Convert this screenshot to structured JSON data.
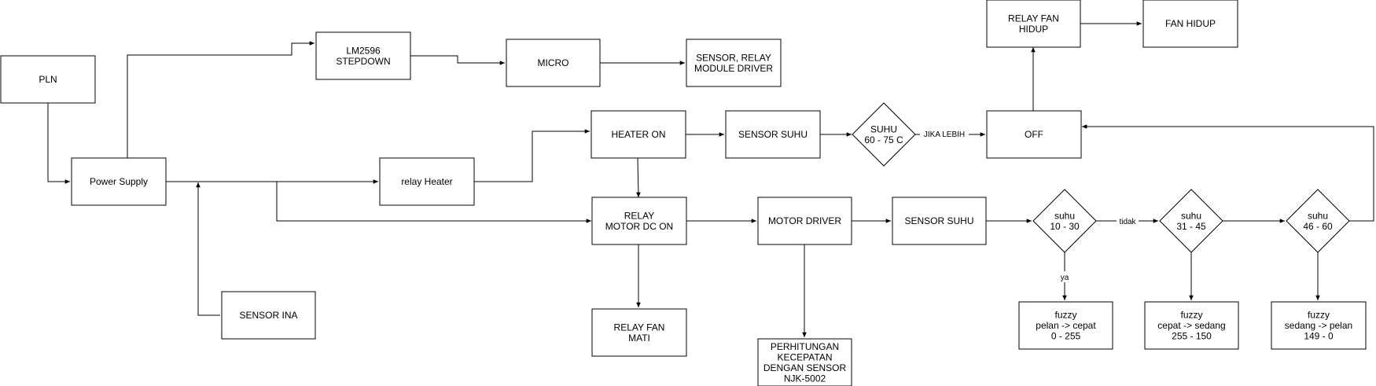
{
  "nodes": {
    "pln": [
      "PLN"
    ],
    "power_supply": [
      "Power Supply"
    ],
    "lm2596": [
      "LM2596",
      "STEPDOWN"
    ],
    "micro": [
      "MICRO"
    ],
    "sensor_relay": [
      "SENSOR, RELAY",
      "MODULE DRIVER"
    ],
    "relay_heater": [
      "relay Heater"
    ],
    "sensor_ina": [
      "SENSOR INA"
    ],
    "heater_on": [
      "HEATER ON"
    ],
    "sensor_suhu_1": [
      "SENSOR SUHU"
    ],
    "suhu_60_75": [
      "SUHU",
      "60 - 75 C"
    ],
    "off": [
      "OFF"
    ],
    "relay_fan_hidup": [
      "RELAY FAN",
      "HIDUP"
    ],
    "fan_hidup": [
      "FAN HIDUP"
    ],
    "relay_motor": [
      "RELAY",
      "MOTOR DC ON"
    ],
    "relay_fan_mati": [
      "RELAY FAN",
      "MATI"
    ],
    "motor_driver": [
      "MOTOR DRIVER"
    ],
    "perhitungan": [
      "PERHITUNGAN",
      "KECEPATAN",
      "DENGAN SENSOR",
      "NJK-5002"
    ],
    "sensor_suhu_2": [
      "SENSOR SUHU"
    ],
    "suhu_10_30": [
      "suhu",
      "10 - 30"
    ],
    "suhu_31_45": [
      "suhu",
      "31 - 45"
    ],
    "suhu_46_60": [
      "suhu",
      "46 - 60"
    ],
    "fuzzy_1": [
      "fuzzy",
      "pelan -> cepat",
      "0 - 255"
    ],
    "fuzzy_2": [
      "fuzzy",
      "cepat -> sedang",
      "255 - 150"
    ],
    "fuzzy_3": [
      "fuzzy",
      "sedang -> pelan",
      "149 - 0"
    ]
  },
  "edge_labels": {
    "jika_lebih": "JIKA LEBIH",
    "tidak": "tidak",
    "ya": "ya"
  }
}
